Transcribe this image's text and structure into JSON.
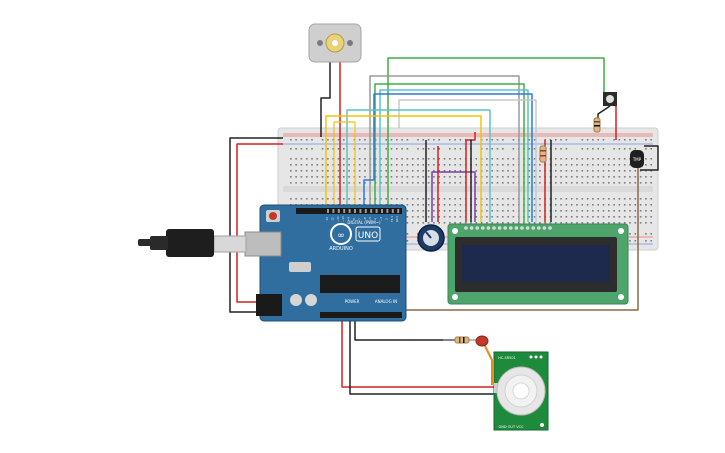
{
  "arduino": {
    "brand": "ARDUINO",
    "model": "UNO",
    "digital_label": "DIGITAL (PWM~)",
    "power_label": "POWER",
    "analog_label": "ANALOG IN",
    "digital_pins": [
      "13",
      "12",
      "~11",
      "~10",
      "~9",
      "8",
      "7",
      "~6",
      "~5",
      "4",
      "~3",
      "2",
      "TX 1",
      "RX 0"
    ]
  },
  "pir": {
    "label_top": "HC-SR501",
    "label_bottom": "GND OUT VCC"
  },
  "temp_sensor": {
    "label": "TMP"
  },
  "colors": {
    "board": "#2f6e9e",
    "breadboard": "#e6e6e6",
    "lcd_pcb": "#4ea56b",
    "lcd_screen": "#1d2a4d",
    "pir_pcb": "#1e8a3c",
    "wire_red": "#d42020",
    "wire_black": "#222222",
    "wire_yellow": "#f1c40f",
    "wire_green": "#3cb043",
    "wire_blue": "#2b7cd3",
    "wire_teal": "#5ec2c4",
    "wire_gray": "#9a9a9a",
    "wire_purple": "#7a3fa6",
    "wire_brown": "#8b6a45"
  },
  "icons": [
    "dc-motor-icon",
    "potentiometer-icon",
    "pushbutton-icon",
    "resistor-icon",
    "led-icon",
    "usb-cable-icon",
    "power-jack-icon"
  ]
}
